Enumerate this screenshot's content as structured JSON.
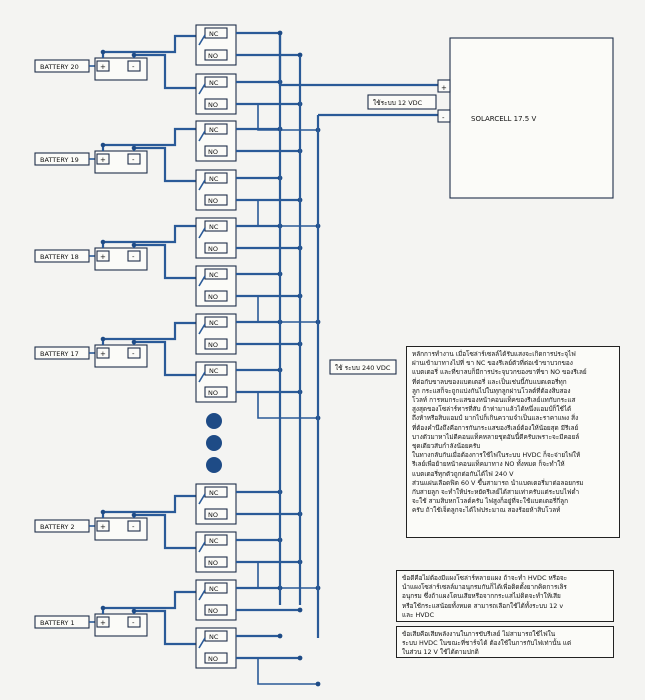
{
  "diagram": {
    "batteries": [
      {
        "label": "BATTERY 20"
      },
      {
        "label": "BATTERY 19"
      },
      {
        "label": "BATTERY 18"
      },
      {
        "label": "BATTERY 17"
      },
      {
        "label": "BATTERY 2"
      },
      {
        "label": "BATTERY 1"
      }
    ],
    "terminal_plus": "+",
    "terminal_minus": "-",
    "relay_nc": "NC",
    "relay_no": "NO",
    "solarcell": {
      "label": "SOLARCELL  17.5 V",
      "plus": "+",
      "minus": "-"
    },
    "label_12v": "ใช้ระบบ 12 VDC",
    "label_240v": "ใช้ ระบบ 240 VDC"
  },
  "notes": {
    "principle": [
      "หลักการทำงาน เมื่อโซล่าร์เซลล์ได้รับแสงจะเกิดการประจุไฟ",
      "ผ่านเข้ามาทางไปที่ ขา NC ของรีเลย์ตัวที่ต่อเข้าขาบวกของ",
      "แบตเตอรี่ และที่ขาลบก็มีการประจุบวกของขาที่ขา NO ของรีเลย์",
      "ที่ต่อกับขาลบของแบตเตอรี่ และเป็นเช่นนี้กับแบตเตอรี่ทุก",
      "ลูก กระแสก็จะถูกแบ่งกันไปในทุกลูกผ่านโวลต์ที่ต้องสิบสอง",
      "โวลท์ การหมกระแสของหน้าคอนแท็คของรีเลย์แทกับกระแส",
      "สูงสุดของโซล่าร์ทารที่สับ ถ้าห่ามาแล้วได้หนึ่งแอมป์ก็ใช้ได้",
      "ถึงห้าหรือสิบแอมป์ มากไปก็เกินความจำเป็นและราคาแพง สิ่ง",
      "ที่ต้องคำนึงถึงคือการกันกระแสของรีเลย์ต้องให้น้อยสุด มีรีเลย์",
      "บางตัวมาหาไม่ดีคอนแท็คหลายชุดอันนี้ดีครับเพราะจะมีคอยล์",
      "ชุดเดียวสับกำลังน้อยครับ",
      "ในทางกลับกันเมื่อต้องการใช้ไฟในระบบ HVDC ก็จะจ่ายไฟให้",
      "รีเลย์เพื่อย้ายหน้าคอนแท็คมาทาง NO ทั้งหมด ก็จะทำให้",
      "แบตเตอรี่ทุกตัวถูกต่อกันได้ไฟ 240 V",
      "ส่วนแผ่นเลือดฟิต 60 V ขึ้นสามารถ นำแบตเตอรี่มาต่อลอยกรม",
      "กับสายลูก จะทำให้ประหยัดรีเลย์ได้สามเท่าครับแต่ระบบไฟต่ำ",
      "จะใช้ สามสิบหกโวลต์ครับ ไฟสูงก็อยู่ที่จะใช้แบตเตอรี่กี่ลูก",
      "ครับ ถ้าใช้เจ็ดลูกจะได้ไฟประมาณ สองร้อยห้าสิบโวลท์"
    ],
    "advantage": [
      "ข้อดีคือไม่ต้องมีแผงโซล่าร์หลายแผง ถ้าจะทำ HVDC หรือจะ",
      "นำแผงโซล่าร์เซลล์มาอนุกรมกันก็ได้เพื่อติดตั้งยากคิดการเลิร",
      "อนุกรม ซึ่งถ้าแผงโดนเสียหรือจากกระแสไม่ติดจะทำให้เสีย",
      "หรือใช้กระแสน้อยทั้งหมด  สามารถเลือกใช้ได้ทั้งระบบ 12 v",
      "และ HVDC"
    ],
    "disadvantage": [
      "ข้อเสียคือเสียพลังงานในการขับรีเลย์  ไม่สามารถใช้ไฟใน",
      "ระบบ HVDC ในขณะที่ชาร์จได้ ต้องใช้ในการกับไฟเท่านั้น แต่",
      "ในส่วน 12 V ใช้ได้ตามปกติ"
    ]
  }
}
